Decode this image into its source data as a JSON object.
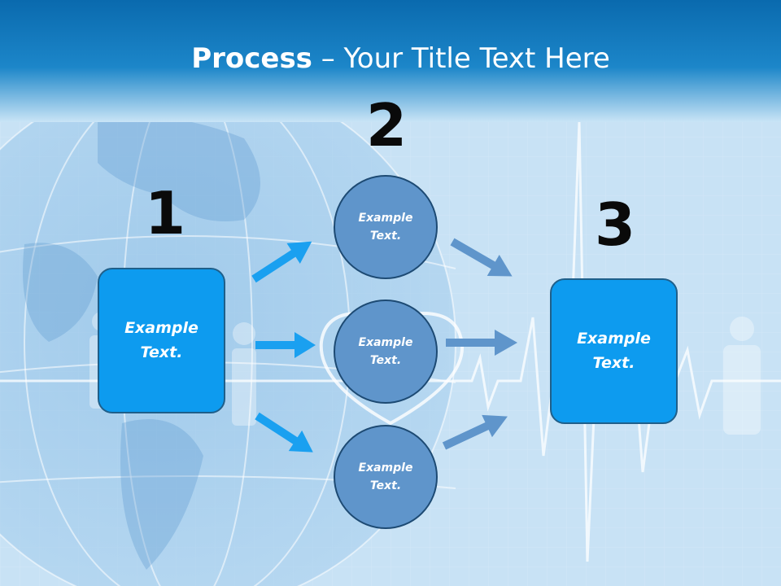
{
  "title": {
    "bold": "Process",
    "rest": " – Your Title Text Here"
  },
  "steps": {
    "one": "1",
    "two": "2",
    "three": "3"
  },
  "box_left": {
    "text": "Example Text."
  },
  "box_right": {
    "text": "Example Text."
  },
  "circles": [
    {
      "text": "Example Text."
    },
    {
      "text": "Example Text."
    },
    {
      "text": "Example Text."
    }
  ],
  "colors": {
    "box": "#0d9bef",
    "circle": "#5f95cb",
    "arrow_blue": "#1aa0f0",
    "arrow_steel": "#5f95cb",
    "header": "#0a6fb0"
  }
}
